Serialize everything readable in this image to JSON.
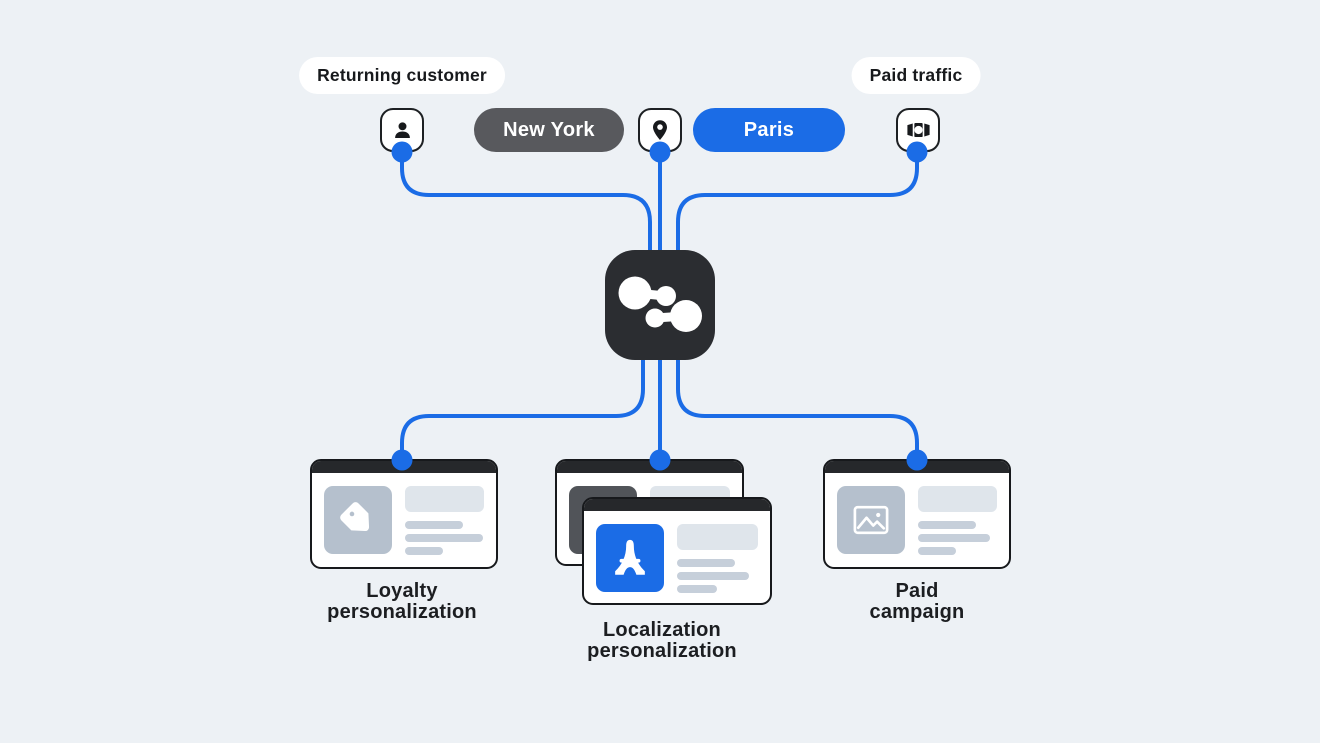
{
  "colors": {
    "background": "#edf1f5",
    "accent_blue": "#1b6ce6",
    "dark": "#2b2d31",
    "gray_pill": "#58595d",
    "card_bar": "#26282b",
    "icon_tile_gray": "#b5c0cd",
    "placeholder_light": "#dfe5eb",
    "placeholder_mid": "#c6cfda",
    "back_tile_dark": "#515459"
  },
  "top_labels": {
    "returning_customer": "Returning customer",
    "paid_traffic": "Paid traffic"
  },
  "location_chips": {
    "new_york": "New York",
    "paris": "Paris"
  },
  "icons": {
    "person": "person-icon",
    "location": "location-pin-icon",
    "money": "banknote-icon",
    "engine": "personalization-engine-logo",
    "tag": "price-tag-icon",
    "tower": "eiffel-tower-icon",
    "image": "image-icon"
  },
  "cards": {
    "loyalty": {
      "lines": [
        "Loyalty",
        "personalization"
      ]
    },
    "localization": {
      "lines": [
        "Localization",
        "personalization"
      ]
    },
    "paid": {
      "lines": [
        "Paid",
        "campaign"
      ]
    }
  }
}
